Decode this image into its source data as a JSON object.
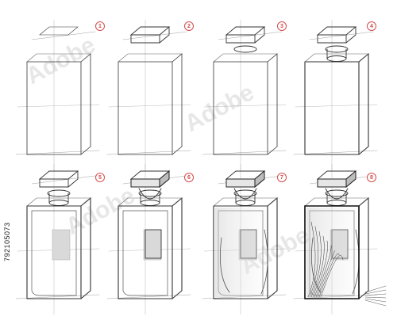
{
  "steps": [
    "1",
    "2",
    "3",
    "4",
    "5",
    "6",
    "7",
    "8"
  ],
  "stock_id": "792105073",
  "watermark_logo": "adobe stock",
  "accent_color": "#d44a4a",
  "line_color": "#333333"
}
